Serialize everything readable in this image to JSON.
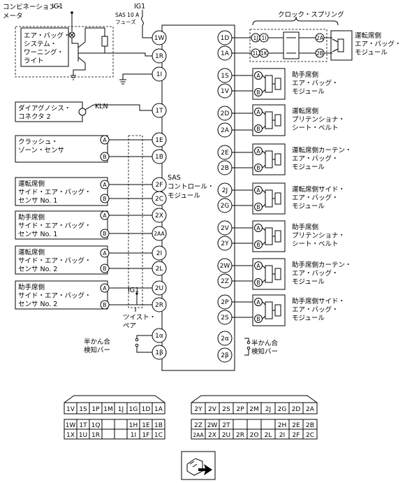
{
  "meter": {
    "title_line1": "コンビネーション・",
    "title_line2": "メータ",
    "ig1": "IG1",
    "lamp_lines": [
      "エア・バッグ・",
      "システム・",
      "ワーニング・",
      "ライト"
    ]
  },
  "fuse": {
    "ig1": "IG1",
    "line1": "SAS 10 A",
    "line2": "フューズ"
  },
  "ecu": {
    "line1": "SAS",
    "line2": "コントロール・",
    "line3": "モジュール"
  },
  "ecu_left_pins": [
    "1W",
    "1R",
    "1I",
    "1T",
    "1E",
    "1B",
    "2F",
    "2C",
    "2X",
    "2AA",
    "2I",
    "2L",
    "2U",
    "2R",
    "1α",
    "1β"
  ],
  "ecu_right_pins": [
    "1D",
    "1A",
    "1S",
    "1V",
    "2D",
    "2A",
    "2E",
    "2B",
    "2J",
    "2G",
    "2V",
    "2Y",
    "2W",
    "2Z",
    "2P",
    "2S",
    "2α",
    "2β"
  ],
  "diag": {
    "line1": "ダイアグノシス・",
    "line2": "コネクタ 2",
    "kln": "KLN"
  },
  "sensors": [
    {
      "lines": [
        "クラッシュ・",
        "ゾーン・センサ"
      ]
    },
    {
      "lines": [
        "運転席側",
        "サイド・エア・バッグ・",
        "センサ No. 1"
      ]
    },
    {
      "lines": [
        "助手席側",
        "サイド・エア・バッグ・",
        "センサ No. 1"
      ]
    },
    {
      "lines": [
        "運転席側",
        "サイド・エア・バッグ・",
        "センサ No. 2"
      ]
    },
    {
      "lines": [
        "助手席側",
        "サイド・エア・バッグ・",
        "センサ No. 2"
      ]
    }
  ],
  "pin_a": "A",
  "pin_b": "B",
  "twist_pair": {
    "line1": "ツイスト・",
    "line2": "ペア"
  },
  "clock_spring": "クロック・スプリング",
  "clock_pins": [
    "1J",
    "1I",
    "1L",
    "1K",
    "2A",
    "2B"
  ],
  "modules": [
    {
      "lines": [
        "運転席側",
        "エア・バッグ・",
        "モジュール"
      ]
    },
    {
      "lines": [
        "助手席側",
        "エア・バッグ・",
        "モジュール"
      ]
    },
    {
      "lines": [
        "運転席側",
        "プリテンショナ・",
        "シート・ベルト"
      ]
    },
    {
      "lines": [
        "運転席側カーテン・",
        "エア・バッグ・",
        "モジュール"
      ]
    },
    {
      "lines": [
        "運転席側サイド・",
        "エア・バッグ・",
        "モジュール"
      ]
    },
    {
      "lines": [
        "助手席側",
        "プリテンショナ・",
        "シート・ベルト"
      ]
    },
    {
      "lines": [
        "助手席側カーテン・",
        "エア・バッグ・",
        "モジュール"
      ]
    },
    {
      "lines": [
        "助手席側サイド・",
        "エア・バッグ・",
        "モジュール"
      ]
    }
  ],
  "half_fit": {
    "left": {
      "line1": "半かん合",
      "line2": "検知バー"
    },
    "right": {
      "line1": "半かん合",
      "line2": "検知バー"
    }
  },
  "connector1": {
    "row1": [
      "1V",
      "1S",
      "1P",
      "1M",
      "1J",
      "1G",
      "1D",
      "1A"
    ],
    "row2": [
      "1W",
      "1T",
      "1Q",
      "1H",
      "1E",
      "1B"
    ],
    "row3": [
      "1X",
      "1U",
      "1R",
      "1I",
      "1F",
      "1C"
    ]
  },
  "connector2": {
    "row1": [
      "2Y",
      "2V",
      "2S",
      "2P",
      "2M",
      "2J",
      "2G",
      "2D",
      "2A"
    ],
    "row2": [
      "2Z",
      "2W",
      "2T",
      "2H",
      "2E",
      "2B"
    ],
    "row3": [
      "2AA",
      "2X",
      "2U",
      "2R",
      "2O",
      "2L",
      "2I",
      "2F",
      "2C"
    ]
  }
}
